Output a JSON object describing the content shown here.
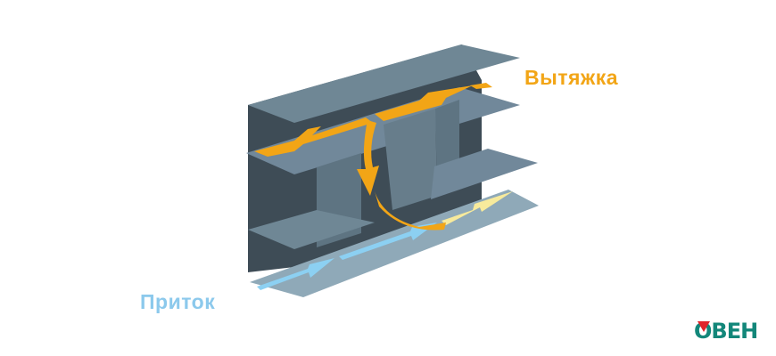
{
  "labels": {
    "exhaust": "Вытяжка",
    "supply": "Приток"
  },
  "logo": {
    "text": "ОВЕН"
  },
  "colors": {
    "exhaust": "#f2a516",
    "supply": "#8cc9ec",
    "duct_dark": "#3e4c56",
    "duct_face": "#6f8795",
    "logo": "#13877a",
    "logo_accent": "#e0242b"
  }
}
